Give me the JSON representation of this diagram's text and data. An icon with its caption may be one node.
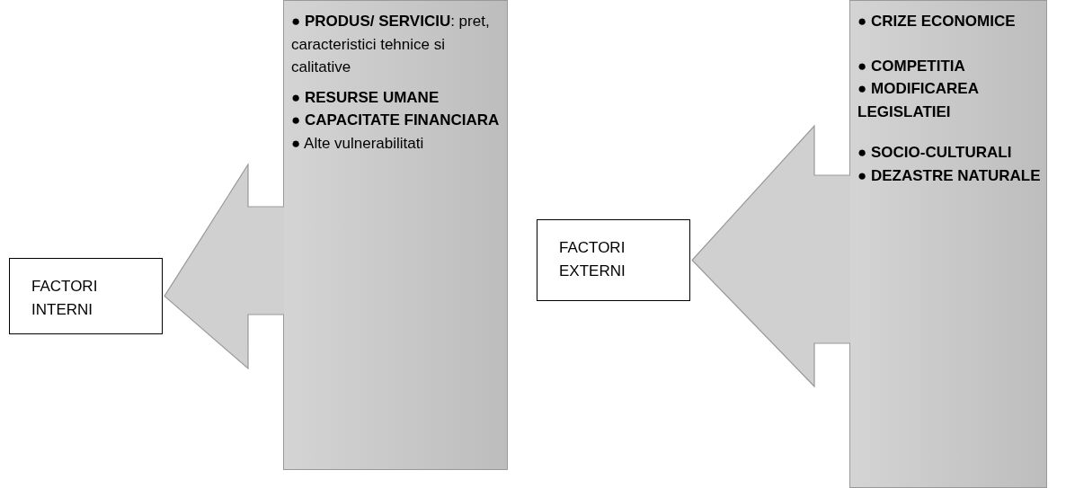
{
  "diagram": {
    "nodes": [
      {
        "text": [
          "FACTORI INTERNI"
        ]
      },
      {
        "text": [
          "● **PRODUS/ SERVICIU**: pret, caracteristici tehnice si calitative",
          "● **RESURSE UMANE**",
          "● **CAPACITATE FINANCIARA**",
          "● Alte vulnerabilitati"
        ]
      },
      {
        "text": [
          "FACTORI EXTERNI"
        ]
      },
      {
        "text": [
          "● **CRIZE ECONOMICE**",
          "● **COMPETITIA**",
          "● **MODIFICAREA LEGISLATIEI**",
          "● **SOCIO-CULTURALI**",
          "● **DEZASTRE NATURALE**"
        ]
      }
    ],
    "edges": [
      {
        "from": 1,
        "to": 0,
        "arrow": "to",
        "style": "thick"
      },
      {
        "from": 3,
        "to": 2,
        "arrow": "to",
        "style": "thick"
      }
    ]
  }
}
